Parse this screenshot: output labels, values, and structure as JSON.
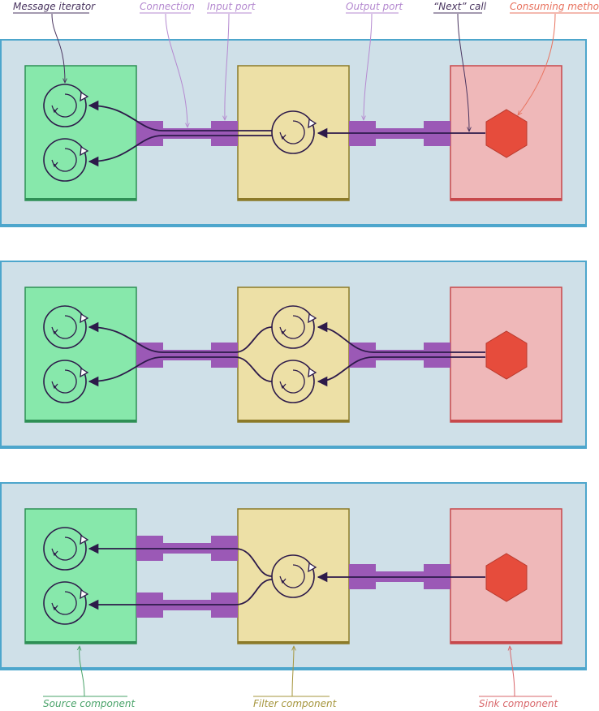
{
  "labels": {
    "message_iterator": "Message iterator",
    "connection": "Connection",
    "input_port": "Input port",
    "output_port": "Output port",
    "next_call": "“Next” call",
    "consuming_method": "Consuming method",
    "source_component": "Source component",
    "filter_component": "Filter component",
    "sink_component": "Sink component"
  },
  "colors": {
    "panel_fill": "#cfe0e8",
    "panel_stroke": "#4da6cc",
    "source_fill": "#87e8ab",
    "source_stroke": "#2e8f55",
    "filter_fill": "#ede0a6",
    "filter_stroke": "#8c7a28",
    "sink_fill": "#efb8b9",
    "sink_stroke": "#c7484b",
    "port": "#9b59b6",
    "wire": "#2d1a4a",
    "hexagon": "#e64c3c",
    "label_dark": "#4a3560",
    "label_purple": "#b58ad0",
    "label_red": "#e8735f",
    "label_green": "#4aa36a",
    "label_olive": "#a6963e",
    "label_pink": "#d9676b"
  },
  "panels": [
    {
      "name": "scenario-1-panel"
    },
    {
      "name": "scenario-2-panel"
    },
    {
      "name": "scenario-3-panel"
    }
  ]
}
